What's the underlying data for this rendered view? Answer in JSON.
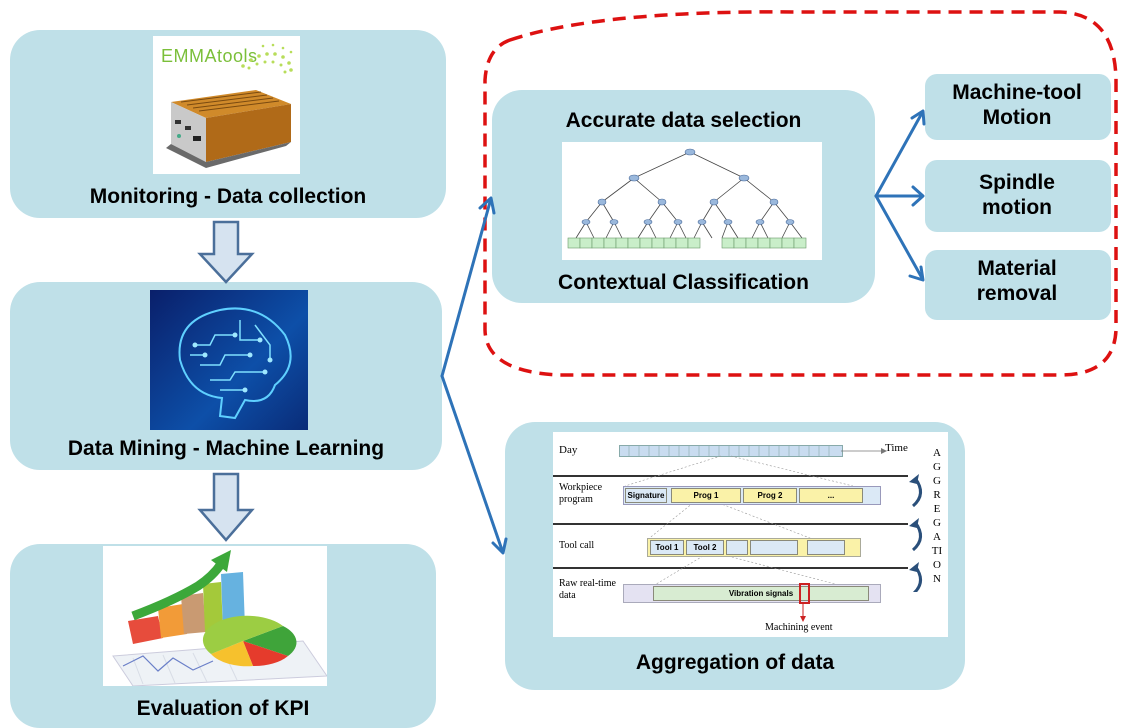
{
  "colors": {
    "box_fill": "#bfe0e8",
    "arrow_blue": "#2e73b8",
    "dashed_red": "#dd1111"
  },
  "monitoring": {
    "logo_text": "EMMAtools",
    "label": "Monitoring - Data collection"
  },
  "mining": {
    "label": "Data Mining - Machine Learning"
  },
  "kpi": {
    "label": "Evaluation of KPI"
  },
  "classification": {
    "title": "Accurate data selection",
    "label": "Contextual Classification"
  },
  "outputs": [
    {
      "label": "Machine-tool Motion"
    },
    {
      "label": "Spindle motion"
    },
    {
      "label": "Material removal"
    }
  ],
  "aggregation": {
    "label": "Aggregation of data",
    "row_day": "Day",
    "row_time": "Time",
    "row_workpiece": "Workpiece program",
    "row_tool": "Tool call",
    "row_raw": "Raw real-time data",
    "seg_signature": "Signature",
    "seg_prog1": "Prog 1",
    "seg_prog2": "Prog 2",
    "seg_dots": "...",
    "seg_tool1": "Tool 1",
    "seg_tool2": "Tool 2",
    "seg_vibration": "Vibration signals",
    "event": "Machining event",
    "side_word": "AGGREGATION"
  }
}
